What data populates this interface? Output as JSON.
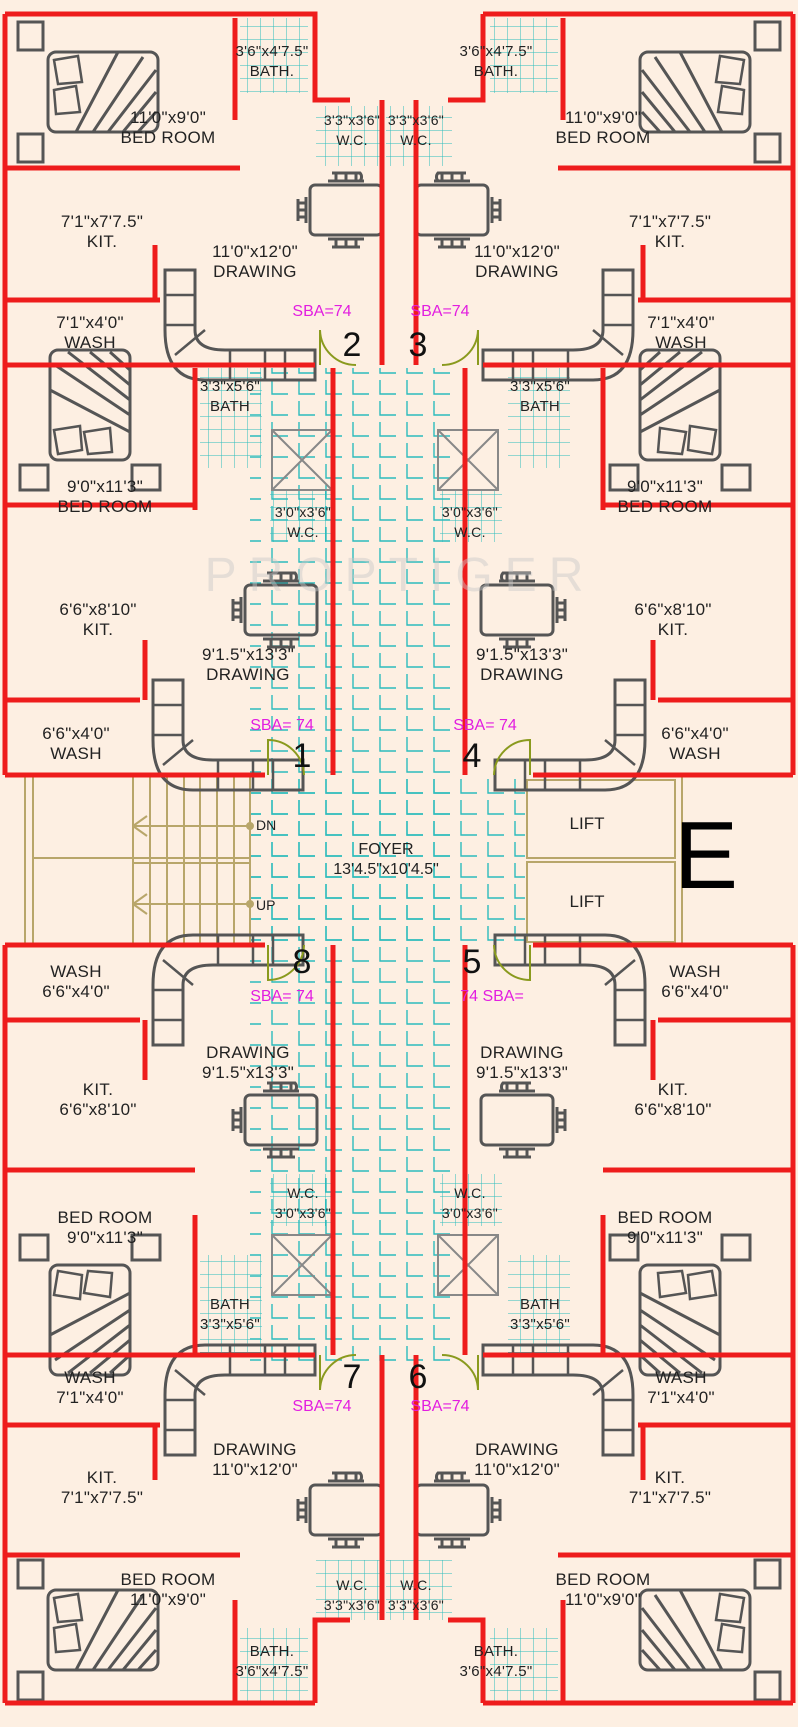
{
  "watermark": "PROPTIGER",
  "compass": {
    "direction": "E"
  },
  "colors": {
    "background": "#fdefe2",
    "wall": "#ee1c1c",
    "furniture": "#555555",
    "tile": "#2cbcbc",
    "door": "#8a9a1e",
    "stair": "#b8a66a",
    "sba_text": "#e21ee0"
  },
  "core": {
    "foyer_label": "FOYER",
    "foyer_dim": "13'4.5\"x10'4.5\"",
    "stair_down": "DN",
    "stair_up": "UP",
    "lift_1": "LIFT",
    "lift_2": "LIFT"
  },
  "flats": [
    {
      "number": "2",
      "sba": "SBA=74",
      "rooms": [
        {
          "name": "BED ROOM",
          "dim": "11'0\"x9'0\""
        },
        {
          "name": "BATH.",
          "dim": "3'6\"x4'7.5\""
        },
        {
          "name": "W.C.",
          "dim": "3'3\"x3'6\""
        },
        {
          "name": "KIT.",
          "dim": "7'1\"x7'7.5\""
        },
        {
          "name": "DRAWING",
          "dim": "11'0\"x12'0\""
        },
        {
          "name": "WASH",
          "dim": "7'1\"x4'0\""
        }
      ]
    },
    {
      "number": "3",
      "sba": "SBA=74",
      "rooms": [
        {
          "name": "BED ROOM",
          "dim": "11'0\"x9'0\""
        },
        {
          "name": "BATH.",
          "dim": "3'6\"x4'7.5\""
        },
        {
          "name": "W.C.",
          "dim": "3'3\"x3'6\""
        },
        {
          "name": "KIT.",
          "dim": "7'1\"x7'7.5\""
        },
        {
          "name": "DRAWING",
          "dim": "11'0\"x12'0\""
        },
        {
          "name": "WASH",
          "dim": "7'1\"x4'0\""
        }
      ]
    },
    {
      "number": "1",
      "sba": "SBA= 74",
      "rooms": [
        {
          "name": "BATH",
          "dim": "3'3\"x5'6\""
        },
        {
          "name": "BED ROOM",
          "dim": "9'0\"x11'3\""
        },
        {
          "name": "W.C.",
          "dim": "3'0\"x3'6\""
        },
        {
          "name": "KIT.",
          "dim": "6'6\"x8'10\""
        },
        {
          "name": "DRAWING",
          "dim": "9'1.5\"x13'3\""
        },
        {
          "name": "WASH",
          "dim": "6'6\"x4'0\""
        }
      ]
    },
    {
      "number": "4",
      "sba": "SBA= 74",
      "rooms": [
        {
          "name": "BATH",
          "dim": "3'3\"x5'6\""
        },
        {
          "name": "BED ROOM",
          "dim": "9'0\"x11'3\""
        },
        {
          "name": "W.C.",
          "dim": "3'0\"x3'6\""
        },
        {
          "name": "KIT.",
          "dim": "6'6\"x8'10\""
        },
        {
          "name": "DRAWING",
          "dim": "9'1.5\"x13'3\""
        },
        {
          "name": "WASH",
          "dim": "6'6\"x4'0\""
        }
      ]
    },
    {
      "number": "8",
      "sba": "SBA= 74",
      "rooms": [
        {
          "name": "WASH",
          "dim": "6'6\"x4'0\""
        },
        {
          "name": "DRAWING",
          "dim": "9'1.5\"x13'3\""
        },
        {
          "name": "KIT.",
          "dim": "6'6\"x8'10\""
        },
        {
          "name": "BED ROOM",
          "dim": "9'0\"x11'3\""
        },
        {
          "name": "W.C.",
          "dim": "3'0\"x3'6\""
        },
        {
          "name": "BATH",
          "dim": "3'3\"x5'6\""
        }
      ]
    },
    {
      "number": "5",
      "sba": "74 SBA=",
      "rooms": [
        {
          "name": "WASH",
          "dim": "6'6\"x4'0\""
        },
        {
          "name": "DRAWING",
          "dim": "9'1.5\"x13'3\""
        },
        {
          "name": "KIT.",
          "dim": "6'6\"x8'10\""
        },
        {
          "name": "BED ROOM",
          "dim": "9'0\"x11'3\""
        },
        {
          "name": "W.C.",
          "dim": "3'0\"x3'6\""
        },
        {
          "name": "BATH",
          "dim": "3'3\"x5'6\""
        }
      ]
    },
    {
      "number": "7",
      "sba": "SBA=74",
      "rooms": [
        {
          "name": "WASH",
          "dim": "7'1\"x4'0\""
        },
        {
          "name": "DRAWING",
          "dim": "11'0\"x12'0\""
        },
        {
          "name": "KIT.",
          "dim": "7'1\"x7'7.5\""
        },
        {
          "name": "BED ROOM",
          "dim": "11'0\"x9'0\""
        },
        {
          "name": "W.C.",
          "dim": "3'3\"x3'6\""
        },
        {
          "name": "BATH.",
          "dim": "3'6\"x4'7.5\""
        }
      ]
    },
    {
      "number": "6",
      "sba": "SBA=74",
      "rooms": [
        {
          "name": "WASH",
          "dim": "7'1\"x4'0\""
        },
        {
          "name": "DRAWING",
          "dim": "11'0\"x12'0\""
        },
        {
          "name": "KIT.",
          "dim": "7'1\"x7'7.5\""
        },
        {
          "name": "BED ROOM",
          "dim": "11'0\"x9'0\""
        },
        {
          "name": "W.C.",
          "dim": "3'3\"x3'6\""
        },
        {
          "name": "BATH.",
          "dim": "3'6\"x4'7.5\""
        }
      ]
    }
  ]
}
